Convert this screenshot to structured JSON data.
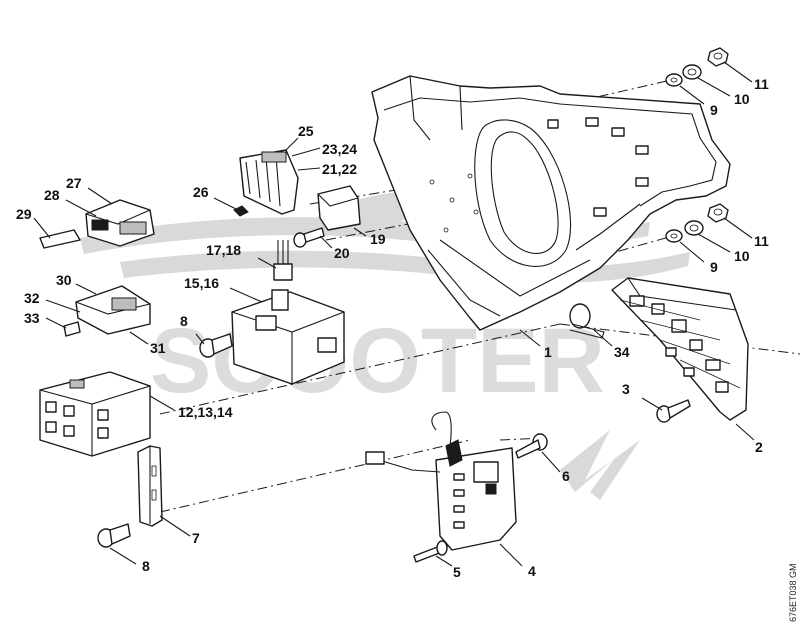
{
  "watermark": {
    "text": "SCOOTER",
    "color": "#dcdcdc"
  },
  "drawing_code": "676ET038 GM",
  "callouts": [
    {
      "id": "c1",
      "text": "1"
    },
    {
      "id": "c2",
      "text": "2"
    },
    {
      "id": "c3",
      "text": "3"
    },
    {
      "id": "c4",
      "text": "4"
    },
    {
      "id": "c5",
      "text": "5"
    },
    {
      "id": "c6",
      "text": "6"
    },
    {
      "id": "c7",
      "text": "7"
    },
    {
      "id": "c8a",
      "text": "8"
    },
    {
      "id": "c8b",
      "text": "8"
    },
    {
      "id": "c9a",
      "text": "9"
    },
    {
      "id": "c9b",
      "text": "9"
    },
    {
      "id": "c10a",
      "text": "10"
    },
    {
      "id": "c10b",
      "text": "10"
    },
    {
      "id": "c11a",
      "text": "11"
    },
    {
      "id": "c11b",
      "text": "11"
    },
    {
      "id": "c12",
      "text": "12,13,14"
    },
    {
      "id": "c15",
      "text": "15,16"
    },
    {
      "id": "c17",
      "text": "17,18"
    },
    {
      "id": "c19",
      "text": "19"
    },
    {
      "id": "c20",
      "text": "20"
    },
    {
      "id": "c21",
      "text": "21,22"
    },
    {
      "id": "c23",
      "text": "23,24"
    },
    {
      "id": "c25",
      "text": "25"
    },
    {
      "id": "c26",
      "text": "26"
    },
    {
      "id": "c27",
      "text": "27"
    },
    {
      "id": "c28",
      "text": "28"
    },
    {
      "id": "c29",
      "text": "29"
    },
    {
      "id": "c30",
      "text": "30"
    },
    {
      "id": "c31",
      "text": "31"
    },
    {
      "id": "c32",
      "text": "32"
    },
    {
      "id": "c33",
      "text": "33"
    },
    {
      "id": "c34",
      "text": "34"
    }
  ]
}
